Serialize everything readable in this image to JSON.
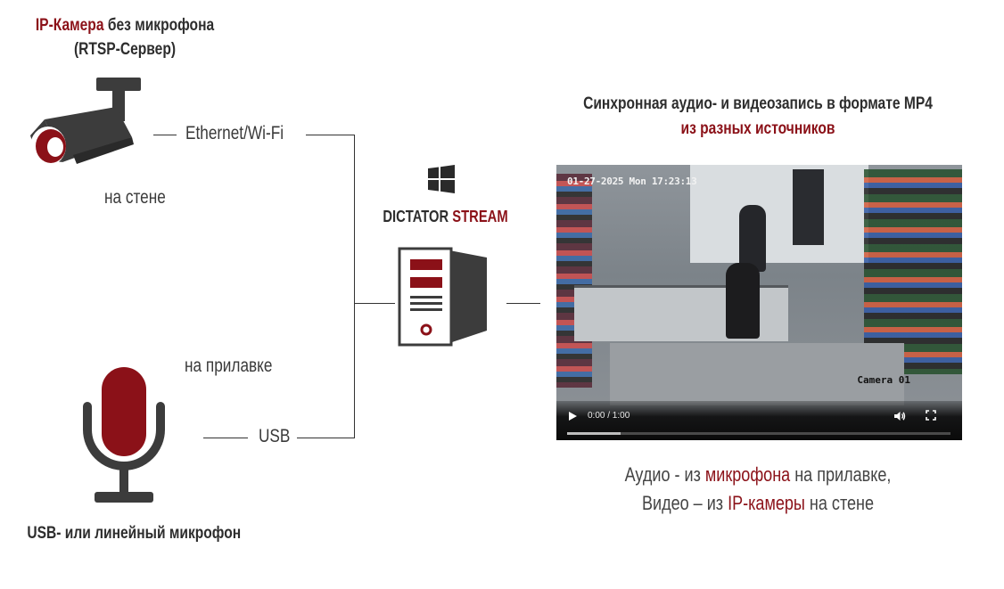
{
  "camera": {
    "title_accent": "IP-Камера",
    "title_rest": " без микрофона",
    "title_line2": "(RTSP-Сервер)",
    "location": "на стене",
    "link_label": "Ethernet/Wi-Fi"
  },
  "microphone": {
    "location": "на прилавке",
    "link_label": "USB",
    "title": "USB- или линейный микрофон"
  },
  "server": {
    "os_icon": "windows-icon",
    "name_plain": "DICTATOR",
    "name_accent": "STREAM"
  },
  "output": {
    "title_line1": "Синхронная аудио- и видеозапись в формате MP4",
    "title_line2": "из разных источников",
    "caption_line1_a": "Аудио - из ",
    "caption_line1_accent": "микрофона",
    "caption_line1_b": " на прилавке,",
    "caption_line2_a": "Видео – из ",
    "caption_line2_accent": "IP-камеры",
    "caption_line2_b": " на стене"
  },
  "video": {
    "osd_timestamp": "01-27-2025 Mon 17:23:13",
    "camera_label": "Camera 01",
    "time_display": "0:00 / 1:00",
    "progress": 0.14
  },
  "colors": {
    "accent": "#8b1118",
    "dark": "#333333",
    "icon_gray": "#3c3c3c"
  }
}
